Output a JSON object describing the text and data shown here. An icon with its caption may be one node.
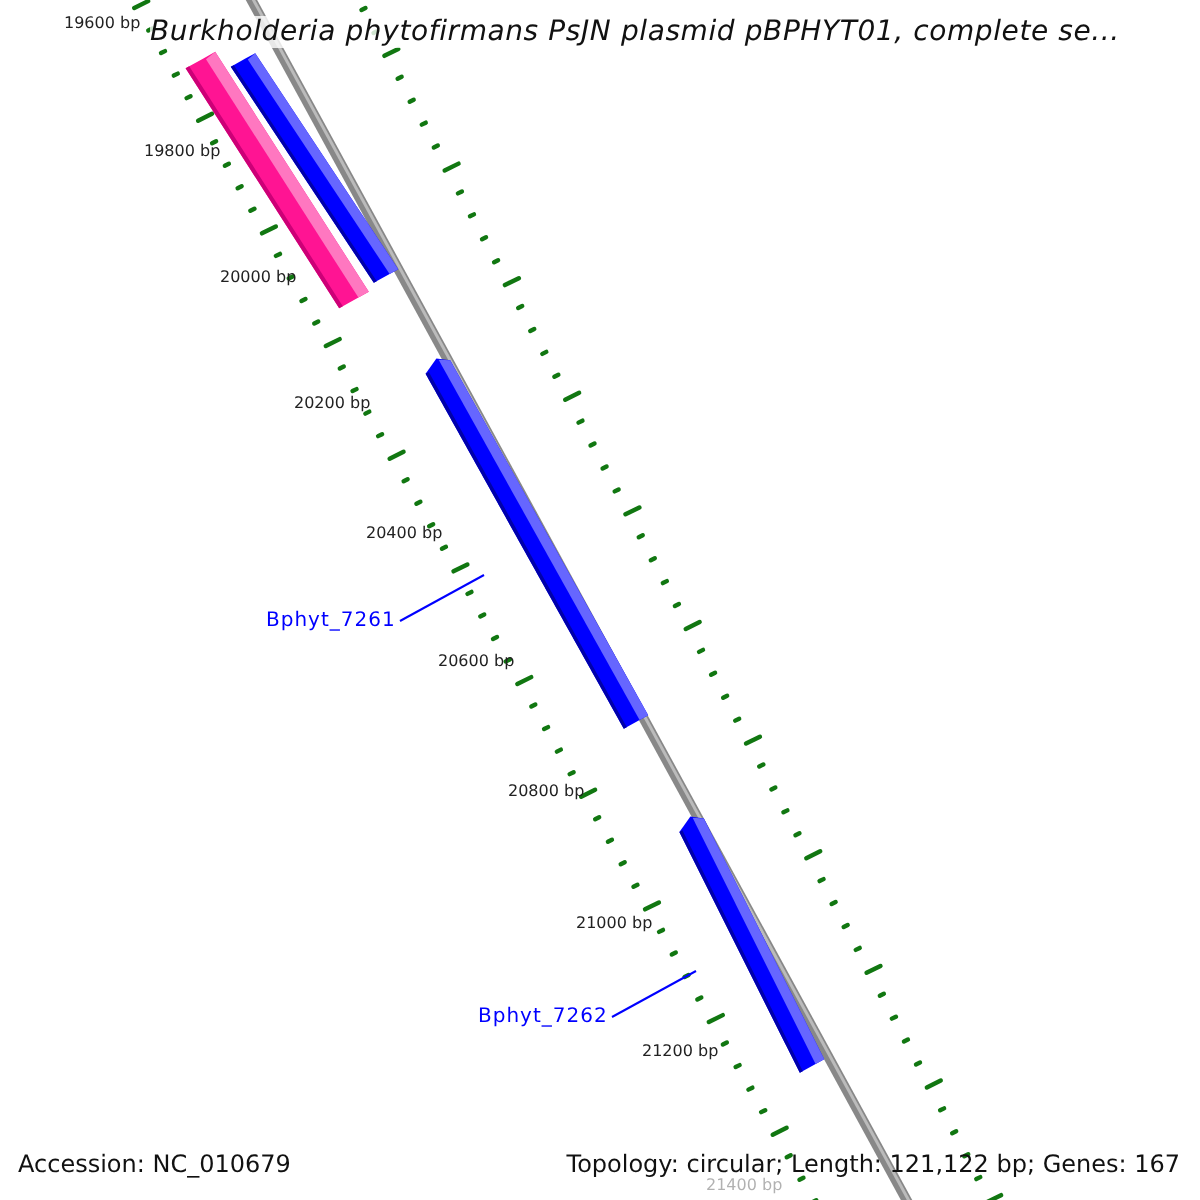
{
  "diagram": {
    "title": "Burkholderia phytofirmans PsJN plasmid pBPHYT01, complete se...",
    "nodes": [
      {
        "text": [],
        "shape": "bar"
      },
      {
        "text": [],
        "shape": "bar"
      },
      {
        "text": [],
        "shape": "bar"
      },
      {
        "text": [],
        "shape": "bar"
      },
      {
        "text": [
          "Bphyt_7261"
        ]
      },
      {
        "text": [
          "Bphyt_7262"
        ]
      }
    ],
    "edges": [
      {
        "from": 4,
        "to": 2,
        "arrow": "none"
      },
      {
        "from": 5,
        "to": 3,
        "arrow": "none"
      }
    ],
    "labels": [
      "19600 bp",
      "19800 bp",
      "20000 bp",
      "20200 bp",
      "20400 bp",
      "20600 bp",
      "20800 bp",
      "21000 bp",
      "21200 bp",
      "21400 bp",
      "Accession: NC_010679",
      "Topology: circular; Length: 121,122 bp; Genes: 167"
    ]
  }
}
